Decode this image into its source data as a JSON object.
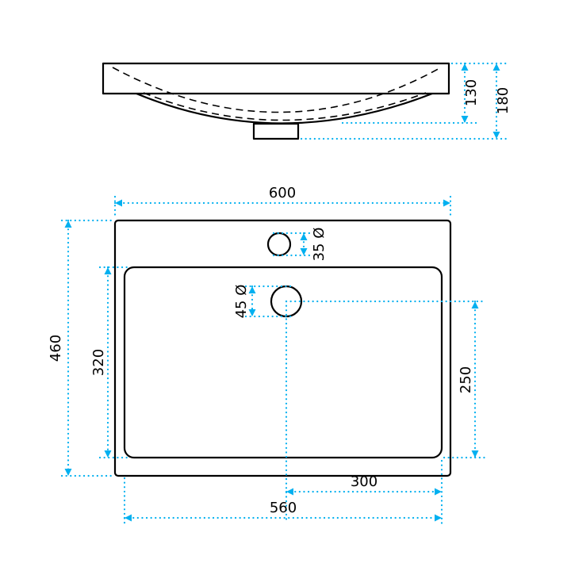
{
  "colors": {
    "dimension": "#00b0f0",
    "drawing": "#000000",
    "background": "#ffffff"
  },
  "side_view": {
    "dim_rim_to_bowl_bottom": "130",
    "dim_total_height": "180"
  },
  "plan_view": {
    "dim_outer_width": "600",
    "dim_outer_height": "460",
    "dim_basin_height": "320",
    "dim_faucet_hole_diameter": "35 Ø",
    "dim_drain_hole_diameter": "45 Ø",
    "dim_drain_to_basin_bottom": "250",
    "dim_drain_to_basin_right": "300",
    "dim_basin_width": "560"
  }
}
